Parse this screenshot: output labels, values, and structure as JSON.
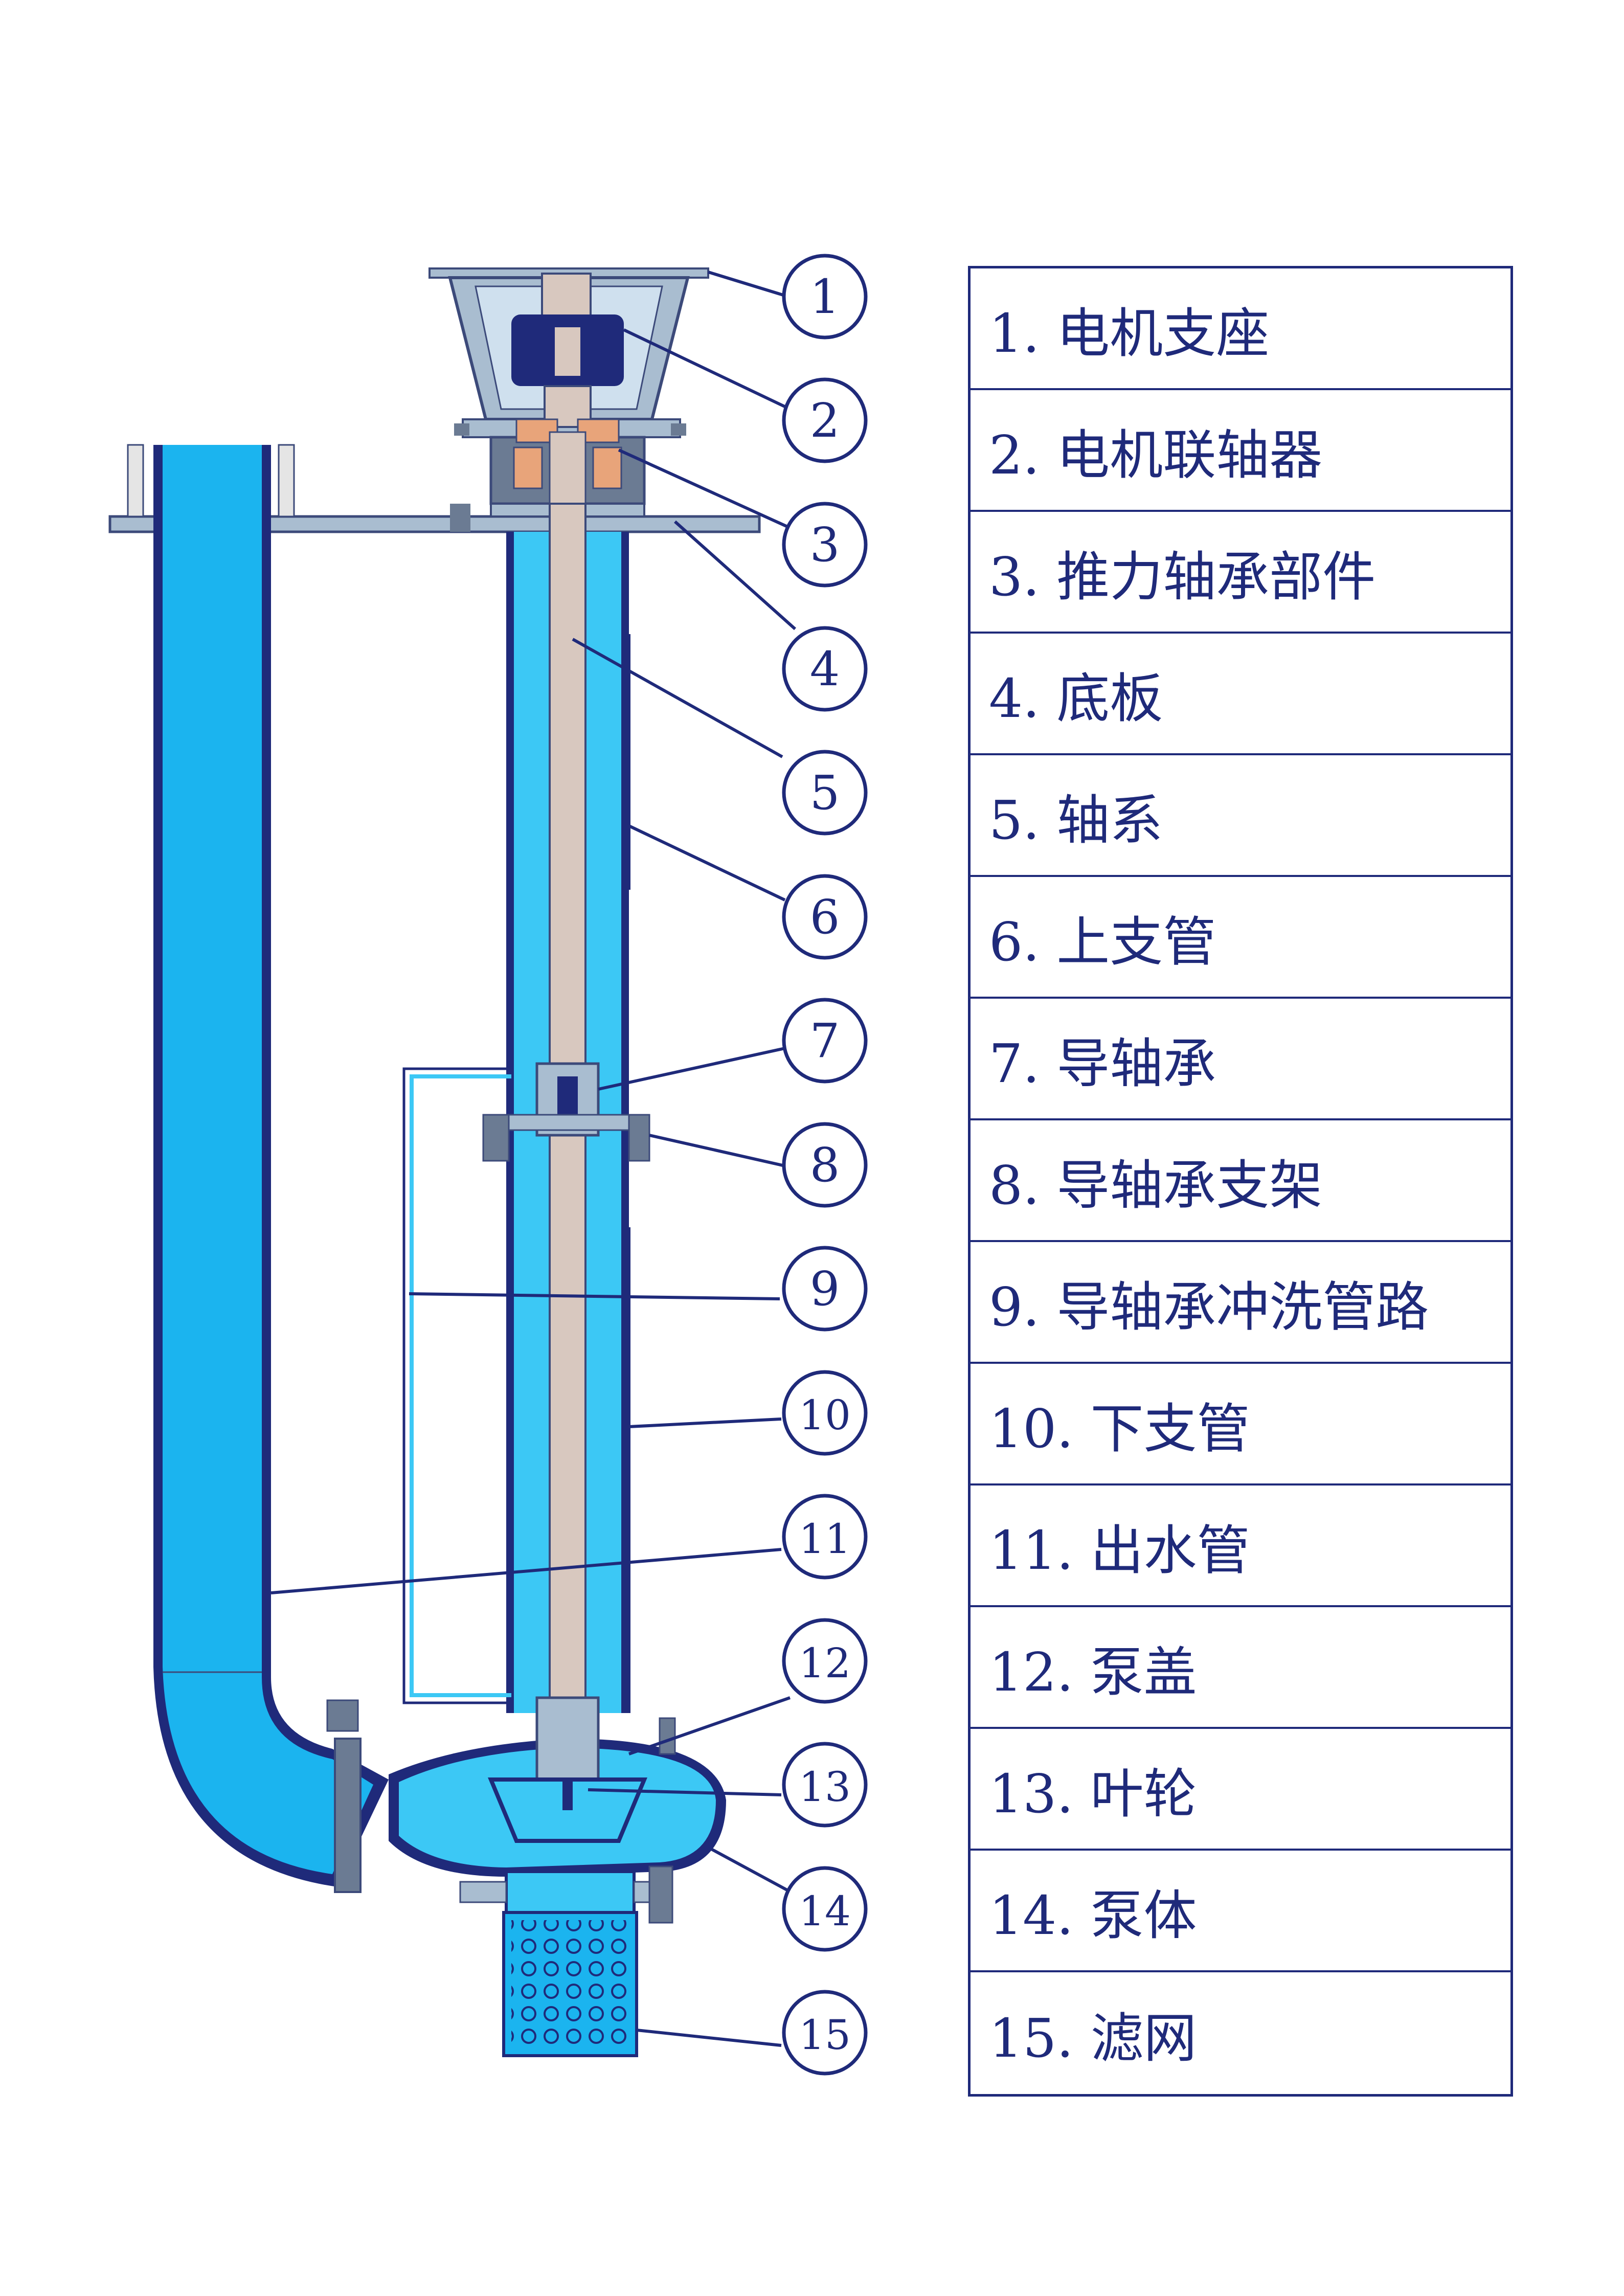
{
  "colors": {
    "water_blue": "#1bb4ef",
    "light_blue": "#3cc8f5",
    "steel": "#a9bdd0",
    "dark_steel": "#3c4a7a",
    "shaft": "#d8c8bf",
    "navy": "#1f2a7a"
  },
  "callouts": [
    {
      "number": "1"
    },
    {
      "number": "2"
    },
    {
      "number": "3"
    },
    {
      "number": "4"
    },
    {
      "number": "5"
    },
    {
      "number": "6"
    },
    {
      "number": "7"
    },
    {
      "number": "8"
    },
    {
      "number": "9"
    },
    {
      "number": "10"
    },
    {
      "number": "11"
    },
    {
      "number": "12"
    },
    {
      "number": "13"
    },
    {
      "number": "14"
    },
    {
      "number": "15"
    }
  ],
  "legend": [
    {
      "label": "1. 电机支座"
    },
    {
      "label": "2. 电机联轴器"
    },
    {
      "label": "3. 推力轴承部件"
    },
    {
      "label": "4. 底板"
    },
    {
      "label": "5. 轴系"
    },
    {
      "label": "6. 上支管"
    },
    {
      "label": "7. 导轴承"
    },
    {
      "label": "8. 导轴承支架"
    },
    {
      "label": "9. 导轴承冲洗管路"
    },
    {
      "label": "10. 下支管"
    },
    {
      "label": "11. 出水管"
    },
    {
      "label": "12. 泵盖"
    },
    {
      "label": "13. 叶轮"
    },
    {
      "label": "14. 泵体"
    },
    {
      "label": "15. 滤网"
    }
  ]
}
